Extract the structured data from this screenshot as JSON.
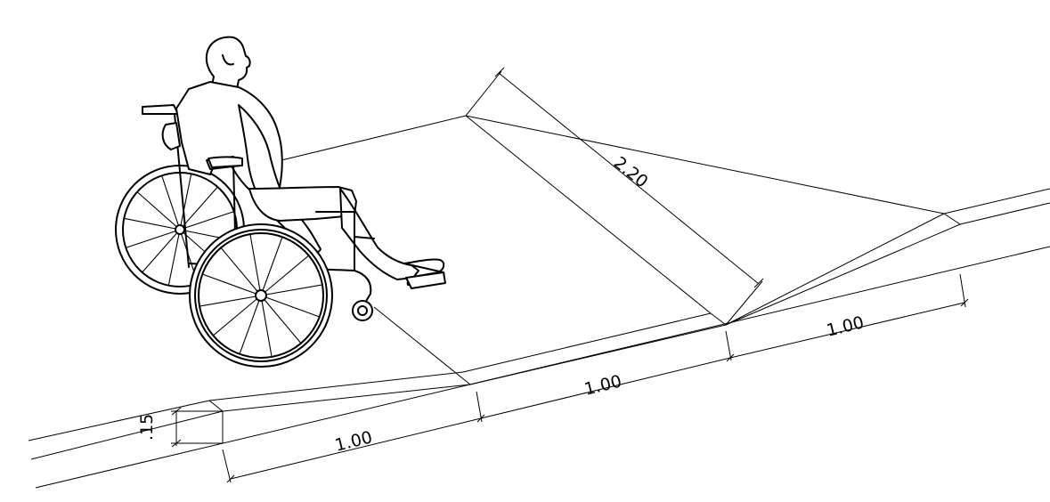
{
  "dimensions": {
    "curb_height": ".15",
    "ramp_width": "2.20",
    "lower_flare": "1.00",
    "ramp_run": "1.00",
    "upper_flare": "1.00"
  }
}
